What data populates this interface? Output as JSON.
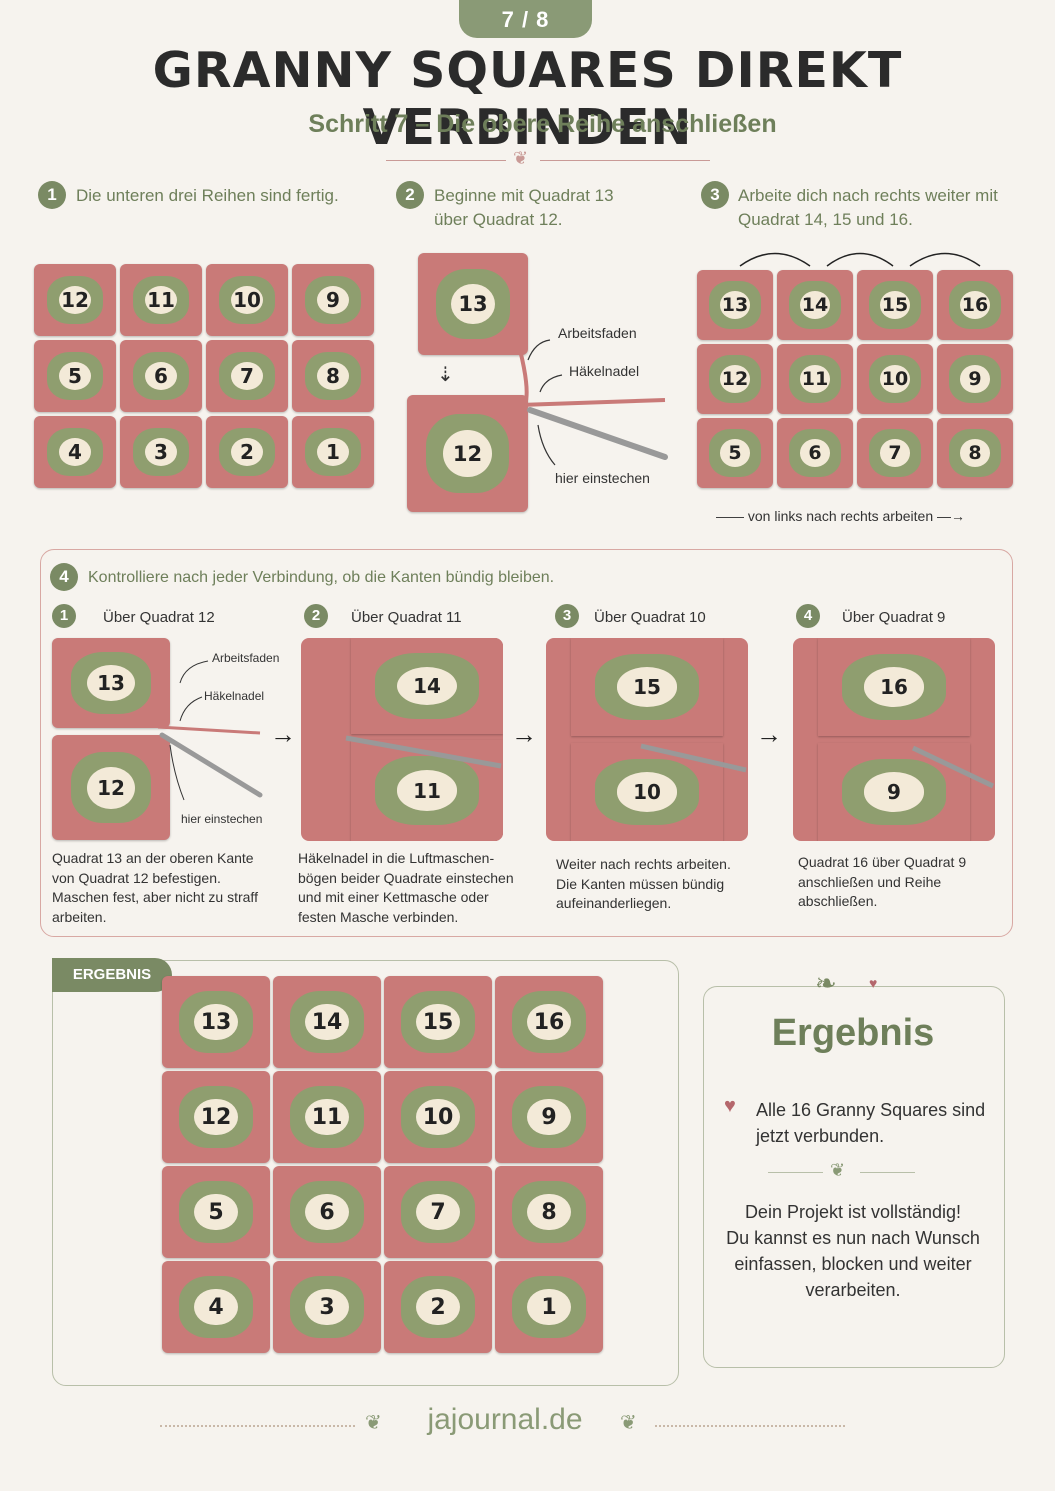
{
  "page_indicator": "7 / 8",
  "title": "GRANNY SQUARES DIREKT VERBINDEN",
  "subtitle": "Schritt 7 – Die obere Reihe anschließen",
  "steps": [
    {
      "num": "1",
      "text": "Die unteren drei Reihen sind fertig."
    },
    {
      "num": "2",
      "text": "Beginne mit Quadrat 13 über Quadrat 12."
    },
    {
      "num": "3",
      "text": "Arbeite dich nach rechts weiter mit Quadrat 14, 15 und 16."
    }
  ],
  "grid1": [
    [
      "12",
      "11",
      "10",
      "9"
    ],
    [
      "5",
      "6",
      "7",
      "8"
    ],
    [
      "4",
      "3",
      "2",
      "1"
    ]
  ],
  "step2": {
    "top": "13",
    "bottom": "12",
    "labels": {
      "thread": "Arbeitsfaden",
      "hook": "Häkelnadel",
      "insert": "hier einstechen"
    }
  },
  "grid3": [
    [
      "13",
      "14",
      "15",
      "16"
    ],
    [
      "12",
      "11",
      "10",
      "9"
    ],
    [
      "5",
      "6",
      "7",
      "8"
    ]
  ],
  "direction_note": "von links nach rechts arbeiten",
  "step4": {
    "num": "4",
    "text": "Kontrolliere nach jeder Verbindung, ob die Kanten bündig bleiben.",
    "substeps": [
      {
        "num": "1",
        "title": "Über Quadrat 12",
        "top": "13",
        "bottom": "12",
        "labels": [
          "Arbeitsfaden",
          "Häkelnadel",
          "hier einstechen"
        ],
        "desc": [
          "Quadrat 13 an der oberen Kante",
          "von Quadrat 12 befestigen.",
          "Maschen fest, aber nicht zu straff",
          "arbeiten."
        ]
      },
      {
        "num": "2",
        "title": "Über Quadrat 11",
        "top": "14",
        "bottom": "11",
        "desc": [
          "Häkelnadel in die Luftmaschen-",
          "bögen beider Quadrate einstechen",
          "und mit einer Kettmasche oder",
          "festen Masche verbinden."
        ]
      },
      {
        "num": "3",
        "title": "Über Quadrat 10",
        "top": "15",
        "bottom": "10",
        "desc": [
          "Weiter nach rechts arbeiten.",
          "Die Kanten müssen bündig",
          "aufeinanderliegen."
        ]
      },
      {
        "num": "4",
        "title": "Über Quadrat 9",
        "top": "16",
        "bottom": "9",
        "desc": [
          "Quadrat 16 über Quadrat 9",
          "anschließen und Reihe",
          "abschließen."
        ]
      }
    ]
  },
  "result": {
    "tab": "ERGEBNIS",
    "grid": [
      [
        "13",
        "14",
        "15",
        "16"
      ],
      [
        "12",
        "11",
        "10",
        "9"
      ],
      [
        "5",
        "6",
        "7",
        "8"
      ],
      [
        "4",
        "3",
        "2",
        "1"
      ]
    ]
  },
  "summary": {
    "title": "Ergebnis",
    "line1": [
      "Alle 16 Granny Squares sind",
      "jetzt verbunden."
    ],
    "line2": [
      "Dein Projekt ist vollständig!",
      "Du kannst es nun nach Wunsch",
      "einfassen, blocken und weiter",
      "verarbeiten."
    ]
  },
  "footer": "jajournal.de",
  "colors": {
    "accent_green": "#7a8a64",
    "rose": "#c97a78",
    "cream": "#f3ead8"
  }
}
